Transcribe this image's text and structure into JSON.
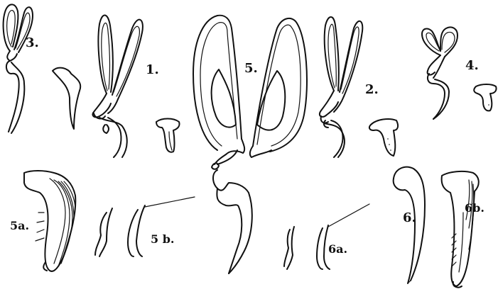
{
  "figure_labels": {
    "fig_1": "1.",
    "fig_2": "2.",
    "fig_3": "3.",
    "fig_4": "4.",
    "fig_5": "5.",
    "fig_5a": "5a.",
    "fig_5b": "5 b.",
    "fig_6": "6.",
    "fig_6a": "6a.",
    "fig_6b": "6b."
  },
  "colors": {
    "ink": "#111111",
    "paper": "#ffffff"
  }
}
